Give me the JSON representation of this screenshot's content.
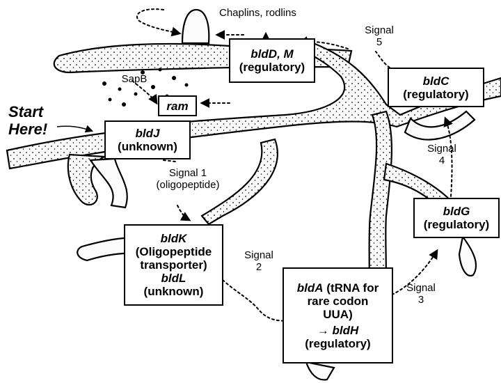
{
  "start": {
    "line1": "Start",
    "line2": "Here!"
  },
  "labels": {
    "chaplins": "Chaplins, rodlins",
    "sapb": "SapB",
    "signal1": "Signal 1",
    "signal1_sub": "(oligopeptide)",
    "signal2": "Signal",
    "signal2_num": "2",
    "signal3": "Signal",
    "signal3_num": "3",
    "signal4": "Signal",
    "signal4_num": "4",
    "signal5": "Signal",
    "signal5_num": "5"
  },
  "boxes": {
    "bldDM": {
      "gene": "bldD, M",
      "desc": "(regulatory)"
    },
    "ram": {
      "gene": "ram"
    },
    "bldJ": {
      "gene": "bldJ",
      "desc": "(unknown)"
    },
    "bldC": {
      "gene": "bldC",
      "desc": "(regulatory)"
    },
    "bldG": {
      "gene": "bldG",
      "desc": "(regulatory)"
    },
    "bldK": {
      "gene": "bldK",
      "desc1": "(Oligopeptide",
      "desc2": "transporter)",
      "gene2": "bldL",
      "desc3": "(unknown)"
    },
    "bldA": {
      "gene": "bldA",
      "desc1": " (tRNA for",
      "desc2": "rare codon",
      "desc3": "UUA)",
      "arrow": "→ ",
      "gene2": "bldH",
      "desc4": "(regulatory)"
    }
  }
}
